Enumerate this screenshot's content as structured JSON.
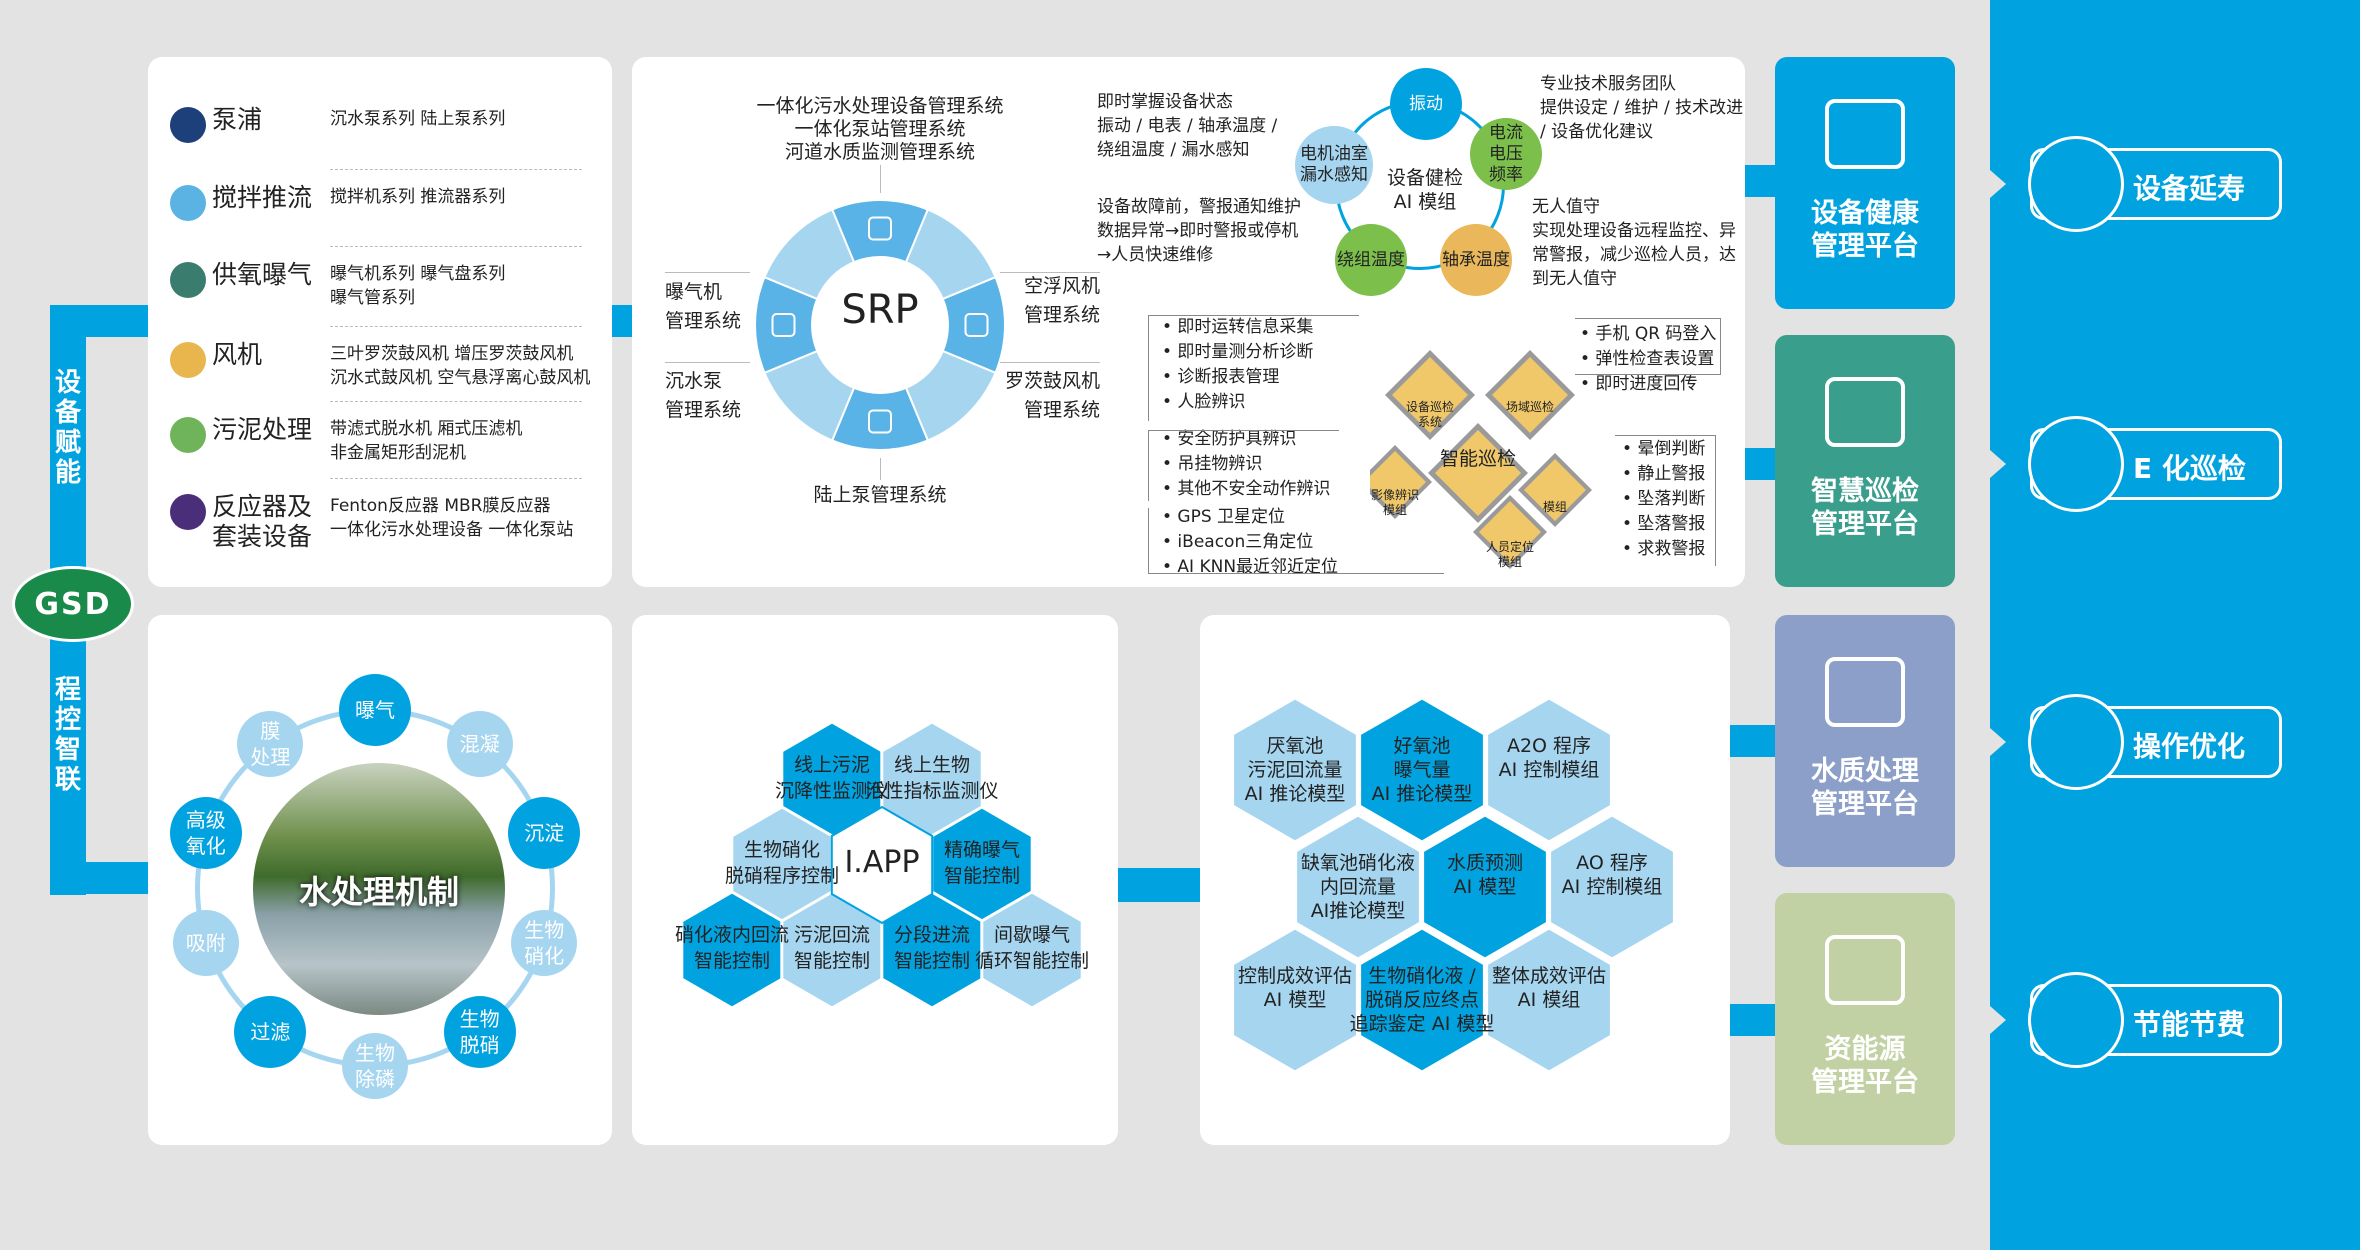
{
  "colors": {
    "accent": "#00a3e0",
    "lightblue": "#a6d5f0",
    "midblue": "#59b3e6",
    "teal": "#3a9e8c",
    "slate": "#8b9fc9",
    "sage": "#c2d1a3",
    "green": "#7cbf4b",
    "yellow": "#eab85a",
    "gray_bg": "#e3e3e3"
  },
  "left_bar": {
    "top_label": "设备赋能",
    "bottom_label": "程控智联",
    "logo_text": "GSD"
  },
  "equipment": [
    {
      "name": "泵浦",
      "items": "沉水泵系列    陆上泵系列",
      "icon": "pump-icon",
      "color": "#1d3f7a"
    },
    {
      "name": "搅拌推流",
      "items": "搅拌机系列    推流器系列",
      "icon": "mixer-icon",
      "color": "#5ab3e3"
    },
    {
      "name": "供氧曝气",
      "items": "曝气机系列    曝气盘系列\n曝气管系列",
      "icon": "aeration-icon",
      "color": "#3a7d6e"
    },
    {
      "name": "风机",
      "items": "三叶罗茨鼓风机   增压罗茨鼓风机\n沉水式鼓风机    空气悬浮离心鼓风机",
      "icon": "blower-icon",
      "color": "#e9b54d"
    },
    {
      "name": "污泥处理",
      "items": "带滤式脱水机    厢式压滤机\n非金属矩形刮泥机",
      "icon": "sludge-icon",
      "color": "#6fb45a"
    },
    {
      "name": "反应器及\n套装设备",
      "items": "Fenton反应器     MBR膜反应器\n一体化污水处理设备 一体化泵站",
      "icon": "reactor-icon",
      "color": "#4a2e7a"
    }
  ],
  "srp": {
    "center": "SRP",
    "top": "一体化污水处理设备管理系统\n一体化泵站管理系统\n河道水质监测管理系统",
    "left1": "曝气机\n管理系统",
    "left2": "沉水泵\n管理系统",
    "right1": "空浮风机\n管理系统",
    "right2": "罗茨鼓风机\n管理系统",
    "bottom": "陆上泵管理系统"
  },
  "health": {
    "t1": "即时掌握设备状态\n振动 / 电表 / 轴承温度 /\n绕组温度 / 漏水感知",
    "t2": "设备故障前，警报通知维护\n数据异常→即时警报或停机\n→人员快速维修",
    "t3": "专业技术服务团队\n提供设定 / 维护 / 技术改进\n/ 设备优化建议",
    "t4": "无人值守\n实现处理设备远程监控、异\n常警报，减少巡检人员，达\n到无人值守",
    "center": "设备健检\nAI 模组",
    "nodes": [
      "振动",
      "电流\n电压\n频率",
      "轴承温度",
      "绕组温度",
      "电机油室\n漏水感知"
    ]
  },
  "inspect": {
    "list1": "• 即时运转信息采集\n• 即时量测分析诊断\n• 诊断报表管理\n• 人脸辨识",
    "list2": "• 安全防护具辨识\n• 吊挂物辨识\n• 其他不安全动作辨识",
    "list3": "• GPS 卫星定位\n• iBeacon三角定位\n• AI KNN最近邻近定位",
    "list4": "• 手机 QR 码登入\n• 弹性检查表设置\n• 即时进度回传",
    "list5": "• 晕倒判断\n• 静止警报\n• 坠落判断\n• 坠落警报\n• 求救警报",
    "center": "智能巡检",
    "d1": "设备巡检\n系统",
    "d2": "场域巡检",
    "d3": "影像辨识\n模组",
    "d4": "模组",
    "d5": "人员定位\n模组"
  },
  "water_cycle": {
    "center": "水处理机制",
    "items": [
      "曝气",
      "混凝",
      "沉淀",
      "生物\n硝化",
      "生物\n脱硝",
      "生物\n除磷",
      "过滤",
      "吸附",
      "高级\n氧化",
      "膜\n处理"
    ]
  },
  "iapp": {
    "center": "I.APP",
    "hexes": [
      "线上污泥\n沉降性监测仪",
      "线上生物\n活性指标监测仪",
      "生物硝化\n脱硝程序控制",
      "精确曝气\n智能控制",
      "硝化液内回流\n智能控制",
      "污泥回流\n智能控制",
      "分段进流\n智能控制",
      "间歇曝气\n循环智能控制"
    ]
  },
  "ai_models": [
    "厌氧池\n污泥回流量\nAI 推论模型",
    "好氧池\n曝气量\nAI 推论模型",
    "A2O 程序\nAI 控制模组",
    "缺氧池硝化液\n内回流量\nAI推论模型",
    "水质预测\nAI 模型",
    "AO 程序\nAI 控制模组",
    "控制成效评估\nAI 模型",
    "生物硝化液 /\n脱硝反应终点\n追踪鉴定 AI 模型",
    "整体成效评估\nAI 模组"
  ],
  "platforms": [
    {
      "title": "设备健康\n管理平台",
      "color": "#00a3e0"
    },
    {
      "title": "智慧巡检\n管理平台",
      "color": "#3a9e8c"
    },
    {
      "title": "水质处理\n管理平台",
      "color": "#8b9fc9"
    },
    {
      "title": "资能源\n管理平台",
      "color": "#c2d1a3"
    }
  ],
  "benefits": [
    "设备延寿",
    "E 化巡检",
    "操作优化",
    "节能节费"
  ]
}
